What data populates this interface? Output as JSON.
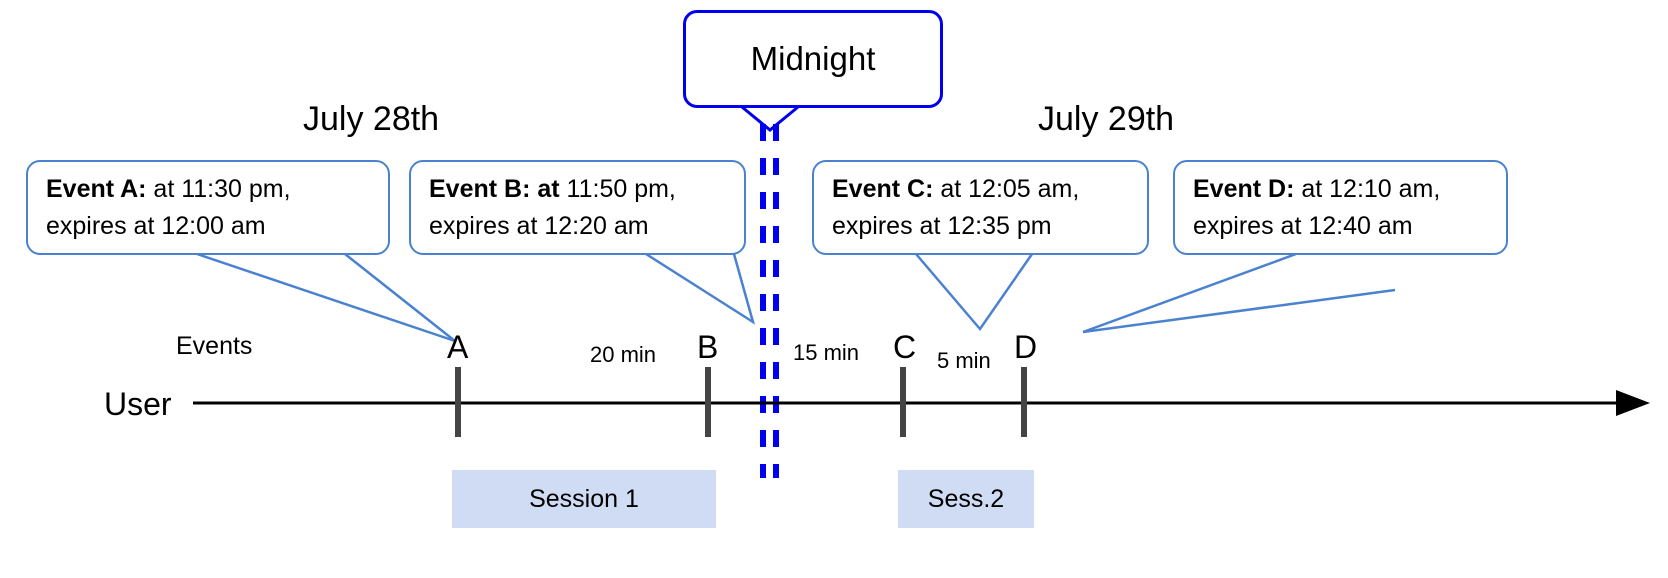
{
  "diagram": {
    "title_dates": [
      {
        "label": "July 28th"
      },
      {
        "label": "July 29th"
      }
    ],
    "midnight_marker": {
      "label": "Midnight",
      "color": "#0000ee"
    },
    "axis": {
      "row_label": "User",
      "events_label": "Events",
      "arrow_color": "#000000"
    },
    "callouts": [
      {
        "id": "event-a",
        "bold": "Event A:",
        "rest": " at 11:30 pm,",
        "line2": "expires at 12:00 am"
      },
      {
        "id": "event-b",
        "bold": "Event B: at",
        "rest": " 11:50 pm,",
        "line2": "expires at 12:20 am"
      },
      {
        "id": "event-c",
        "bold": "Event C:",
        "rest": " at 12:05 am,",
        "line2": "expires at 12:35 pm"
      },
      {
        "id": "event-d",
        "bold": "Event D:",
        "rest": "  at 12:10 am,",
        "line2": "expires at 12:40 am"
      }
    ],
    "event_ticks": [
      {
        "letter": "A"
      },
      {
        "letter": "B"
      },
      {
        "letter": "C"
      },
      {
        "letter": "D"
      }
    ],
    "gaps": [
      {
        "label": "20 min"
      },
      {
        "label": "15 min"
      },
      {
        "label": "5 min"
      }
    ],
    "sessions": [
      {
        "label": "Session 1"
      },
      {
        "label": "Sess.2"
      }
    ],
    "colors": {
      "callout_border": "#4a82d0",
      "midnight_blue": "#0000ee",
      "session_fill": "#cfdcf3",
      "tick": "#444444"
    }
  }
}
